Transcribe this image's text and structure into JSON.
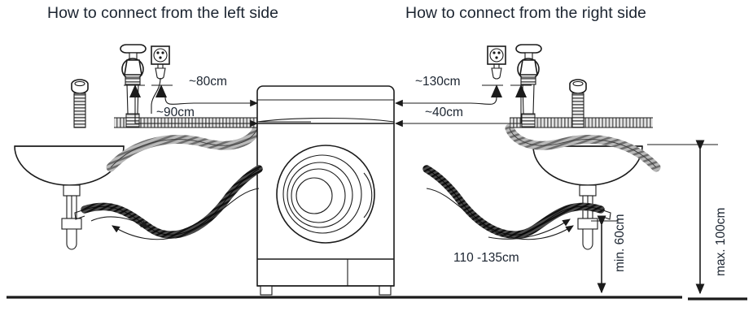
{
  "titles": {
    "left": "How to connect from the left side",
    "right": "How to connect from the right side"
  },
  "dimensions": {
    "left_power": "~80cm",
    "left_water": "~90cm",
    "right_power": "~130cm",
    "right_water": "~40cm",
    "drain_hose_length": "110 -135cm",
    "drain_min_height": "min. 60cm",
    "drain_max_height": "max. 100cm"
  },
  "icons": {
    "faucet": "faucet-icon",
    "socket": "power-socket-icon",
    "plug": "power-plug-icon",
    "bolt": "transport-bolt-icon",
    "washer": "washing-machine-icon",
    "sink": "sink-basin-icon",
    "inlet_hose": "water-inlet-hose-icon",
    "drain_hose": "drain-hose-icon",
    "power_cord": "power-cord-icon"
  },
  "colors": {
    "ink": "#1b1b1b",
    "title": "#1b2430",
    "drain_hose_gray": "#8a8a8a",
    "inlet_hose_dark": "#2b2b2b",
    "background": "#ffffff"
  }
}
